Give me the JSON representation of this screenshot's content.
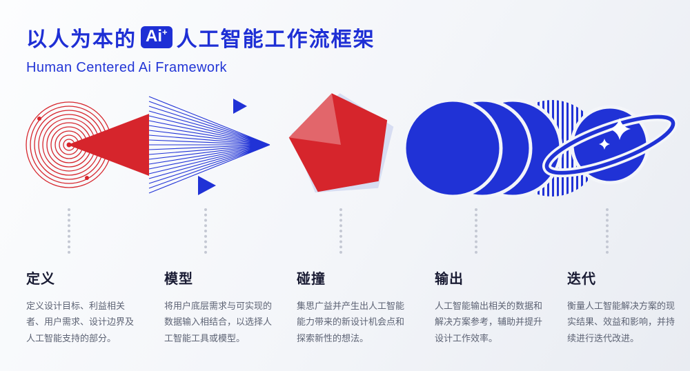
{
  "header": {
    "title_prefix": "以人为本的",
    "badge_main": "Ai",
    "badge_plus": "+",
    "title_suffix": "人工智能工作流框架",
    "subtitle": "Human Centered Ai Framework"
  },
  "colors": {
    "brand_blue": "#2032d6",
    "brand_red": "#d6252c",
    "title_blue": "#1e2fd5",
    "heading_dark": "#191b33",
    "body_gray": "#5d6374",
    "dot_gray": "#c4c8d3"
  },
  "sections": [
    {
      "title": "定义",
      "icon": "target-circles-icon",
      "desc": "定义设计目标、利益相关者、用户需求、设计边界及人工智能支持的部分。"
    },
    {
      "title": "模型",
      "icon": "converging-rays-icon",
      "desc": "将用户底层需求与可实现的数据输入相结合，以选择人工智能工具或模型。"
    },
    {
      "title": "碰撞",
      "icon": "pentagon-icon",
      "desc": "集思广益并产生出人工智能能力带来的新设计机会点和探索新性的想法。"
    },
    {
      "title": "输出",
      "icon": "overlapping-circles-icon",
      "desc": "人工智能输出相关的数据和解决方案参考，辅助并提升设计工作效率。"
    },
    {
      "title": "迭代",
      "icon": "planet-ring-icon",
      "desc": "衡量人工智能解决方案的现实结果、效益和影响，并持续进行迭代改进。"
    }
  ]
}
